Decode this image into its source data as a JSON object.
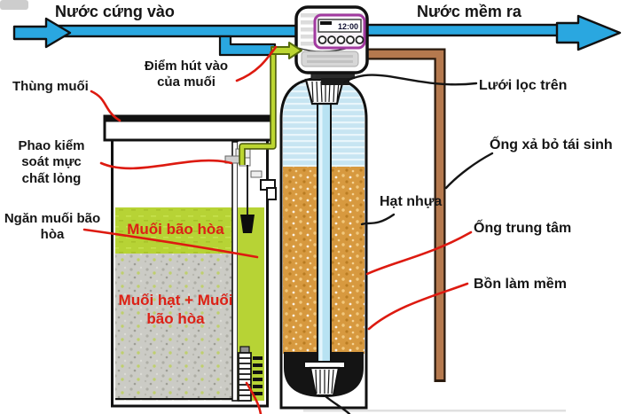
{
  "labels": {
    "hard_water_in": "Nước cứng vào",
    "soft_water_out": "Nước mềm ra",
    "brine_suction_point": "Điểm hút vào của muối",
    "salt_tank": "Thùng muối",
    "float_control": "Phao kiểm soát mực chất lỏng",
    "brine_compartment": "Ngăn muối bão hòa",
    "saturated_salt": "Muối bão hòa",
    "granular_salt": "Muối hạt + Muối bão hòa",
    "top_strainer": "Lưới lọc trên",
    "regen_drain_pipe": "Ống xả bỏ tái sinh",
    "resin_beads": "Hạt nhựa",
    "center_tube": "Ống trung tâm",
    "softener_tank": "Bồn làm mềm"
  },
  "valve": {
    "display_time": "12:00",
    "button_count": 5
  },
  "colors": {
    "water_blue": "#2aa7e0",
    "brine_green": "#bcd631",
    "salt_green": "#b7d335",
    "resin_brown": "#d7993f",
    "pipe_brown": "#b5794e",
    "panel_purple": "#a23aa0",
    "pointer_red": "#dd1a10",
    "line_black": "#151515"
  },
  "icons": {
    "flow_in_arrow": "right-arrow",
    "flow_out_arrow": "right-arrow",
    "brine_in_arrow": "right-arrow"
  }
}
